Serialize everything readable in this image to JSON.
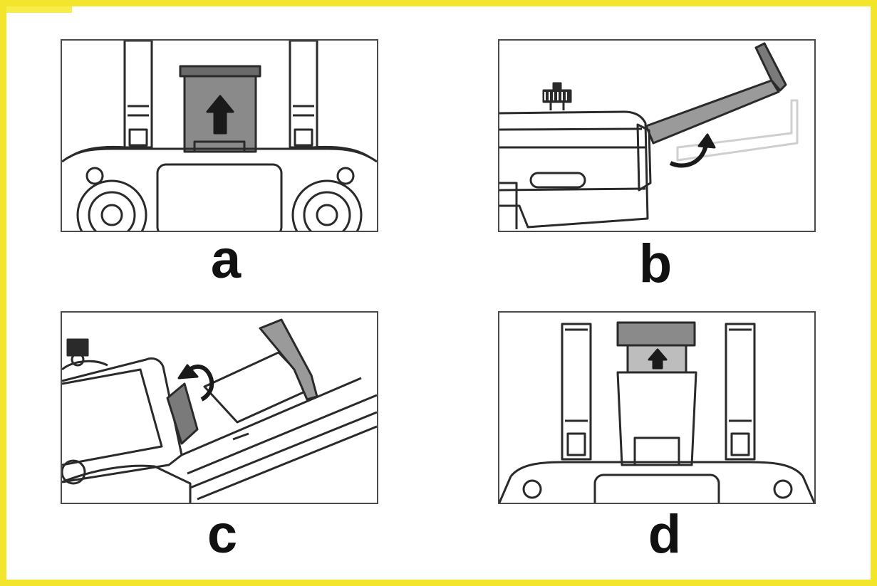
{
  "colors": {
    "frame": "#f2e52b",
    "line": "#2a2a2a",
    "panel_border": "#4a4a4a",
    "device_grey": "#8a8a8a",
    "device_dark": "#6a6a6a",
    "ghost": "#cfcfcf"
  },
  "panels": [
    {
      "caption": "a",
      "shows": "phone-holder-pulled-up-icon"
    },
    {
      "caption": "b",
      "shows": "holder-rotate-arrow-icon"
    },
    {
      "caption": "c",
      "shows": "clamp-flip-arrow-icon"
    },
    {
      "caption": "d",
      "shows": "holder-extended-icon"
    }
  ]
}
